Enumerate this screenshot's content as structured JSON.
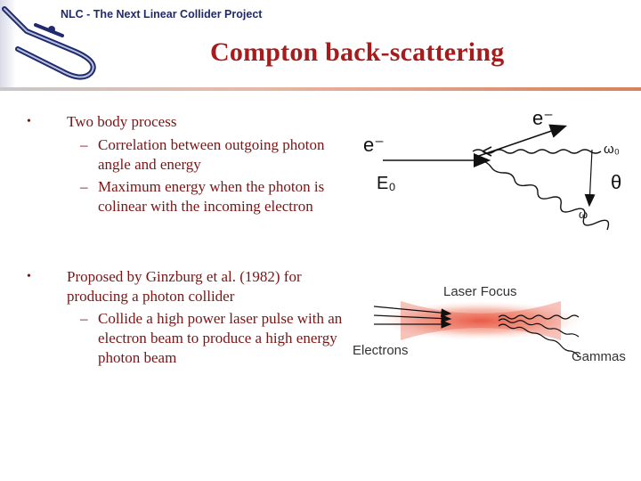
{
  "header": {
    "text": "NLC - The Next Linear Collider Project"
  },
  "slide": {
    "title": "Compton back-scattering"
  },
  "bullets": [
    {
      "text": "Two body process",
      "subs": [
        "Correlation between outgoing photon angle and energy",
        "Maximum energy when the photon is colinear with the incoming electron"
      ]
    },
    {
      "text": "Proposed by Ginzburg et al. (1982) for producing a photon collider",
      "subs": [
        "Collide a high power laser pulse with an electron beam to produce a high energy photon beam"
      ]
    }
  ],
  "bullet_symbol": "•",
  "dash_symbol": "–",
  "diagram1": {
    "electron_out": "e⁻",
    "electron_in": "e⁻",
    "energy": "E₀",
    "omega0": "ω₀",
    "theta": "θ",
    "omega": "ω"
  },
  "diagram2": {
    "laser_label": "Laser Focus",
    "electrons_label": "Electrons",
    "gammas_label": "Gammas"
  }
}
